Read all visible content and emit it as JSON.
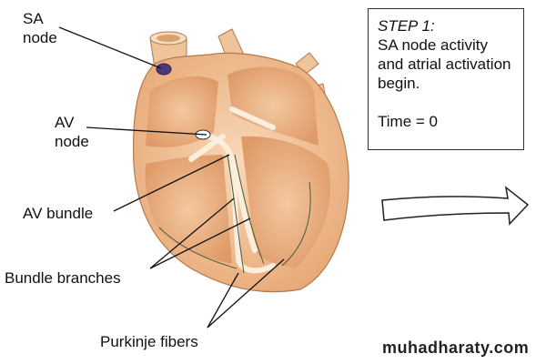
{
  "labels": {
    "sa_node": "SA node",
    "av_node": "AV node",
    "av_bundle": "AV bundle",
    "bundle_branches": "Bundle branches",
    "purkinje_fibers": "Purkinje fibers"
  },
  "step_box": {
    "step": "STEP 1:",
    "description": "SA node activity and atrial activation begin.",
    "time": "Time = 0"
  },
  "watermark": "muhadharaty.com",
  "colors": {
    "heart": "#f3c9a0",
    "heart_dark": "#e0a070",
    "sa_node": "#4a3a7a",
    "conduction": "#fbeedd"
  }
}
